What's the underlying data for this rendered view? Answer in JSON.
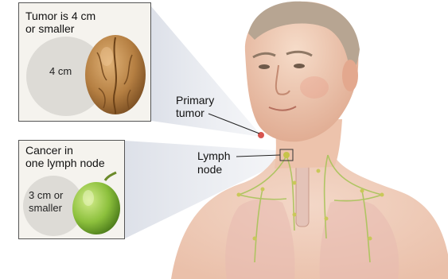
{
  "callout_tumor": {
    "title_line1": "Tumor is 4 cm",
    "title_line2": "or smaller",
    "size_label": "4 cm",
    "object": "walnut"
  },
  "callout_node": {
    "title_line1": "Cancer in",
    "title_line2": "one lymph node",
    "size_line1": "3 cm or",
    "size_line2": "smaller",
    "object": "grape"
  },
  "labels": {
    "primary_line1": "Primary",
    "primary_line2": "tumor",
    "lymph_line1": "Lymph",
    "lymph_line2": "node"
  },
  "colors": {
    "tumor_marker": "#d7544f",
    "lymph_node_marker": "#c7c34a",
    "skin": "#efc9b5",
    "lymph_vessels": "#a9c45a"
  }
}
